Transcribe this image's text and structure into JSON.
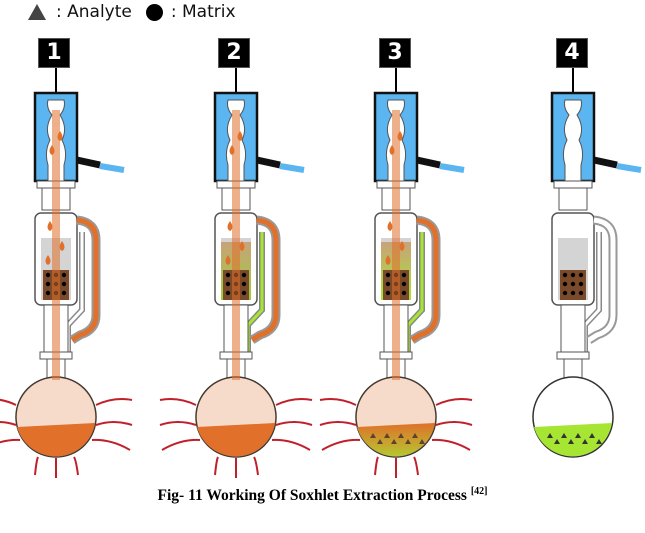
{
  "legend": {
    "analyte_label": ": Analyte",
    "matrix_label": ": Matrix",
    "analyte_icon": "triangle-icon",
    "matrix_icon": "circle-icon"
  },
  "steps": [
    {
      "number": "1",
      "solvent_state": "orange",
      "flask": "orange"
    },
    {
      "number": "2",
      "solvent_state": "tan-green",
      "flask": "orange"
    },
    {
      "number": "3",
      "solvent_state": "green",
      "flask": "orange-green"
    },
    {
      "number": "4",
      "solvent_state": "empty",
      "flask": "green"
    }
  ],
  "colors": {
    "condenser": "#5bb5f0",
    "solvent": "#e0702a",
    "extract": "#a6e632",
    "matrix": "#7a4a2a",
    "heat": "#c0202a"
  },
  "caption": {
    "text": "Fig- 11 Working Of Soxhlet Extraction Process ",
    "ref": "[42]"
  }
}
